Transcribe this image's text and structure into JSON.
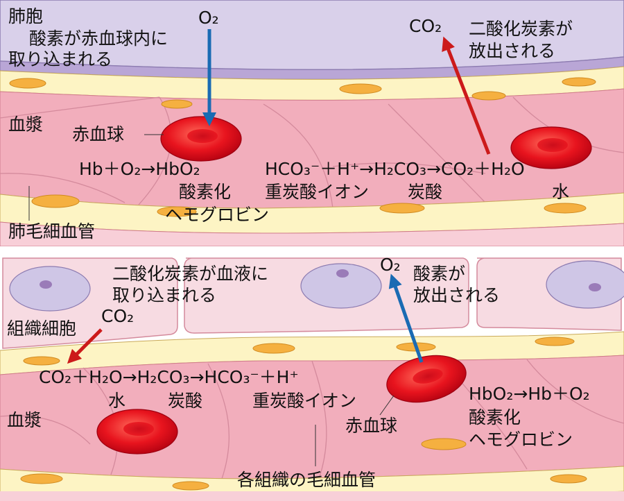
{
  "colors": {
    "alveolus": "#d9d0ea",
    "alveolus_band": "#b9a6d6",
    "plasma": "#f2aebc",
    "plasma_light": "#f8cfd8",
    "wall": "#fdf4c4",
    "nucleus_orange": "#f5b040",
    "rbc": "#e8141e",
    "rbc_dark": "#b00010",
    "arrow_o2": "#1a6bb3",
    "arrow_co2": "#cc1a1a",
    "tissue_cell": "#f7dbe2",
    "tissue_nucleus": "#cfc6e6"
  },
  "top": {
    "alveolus_label": "肺胞",
    "o2_in_line1": "酸素が赤血球内に",
    "o2_in_line2": "取り込まれる",
    "o2_formula": "O₂",
    "co2_formula": "CO₂",
    "co2_out_line1": "二酸化炭素が",
    "co2_out_line2": "放出される",
    "plasma_label": "血漿",
    "rbc_label": "赤血球",
    "reaction_hb": "Hb＋O₂→HbO₂",
    "hbo2_name_line1": "酸素化",
    "hbo2_name_line2": "ヘモグロビン",
    "reaction_carbonate": "HCO₃⁻＋H⁺→H₂CO₃→CO₂＋H₂O",
    "bicarbonate_name": "重炭酸イオン",
    "carbonic_acid_name": "炭酸",
    "water_name": "水",
    "capillary_label": "肺毛細血管"
  },
  "bottom": {
    "co2_in_line1": "二酸化炭素が血液に",
    "co2_in_line2": "取り込まれる",
    "tissue_cell_label": "組織細胞",
    "co2_formula": "CO₂",
    "o2_formula": "O₂",
    "o2_out_line1": "酸素が",
    "o2_out_line2": "放出される",
    "reaction_carbonate": "CO₂＋H₂O→H₂CO₃→HCO₃⁻＋H⁺",
    "water_name": "水",
    "carbonic_acid_name": "炭酸",
    "bicarbonate_name": "重炭酸イオン",
    "plasma_label": "血漿",
    "rbc_label": "赤血球",
    "reaction_hb": "HbO₂→Hb＋O₂",
    "hbo2_name_line1": "酸素化",
    "hbo2_name_line2": "ヘモグロビン",
    "capillary_label": "各組織の毛細血管"
  }
}
